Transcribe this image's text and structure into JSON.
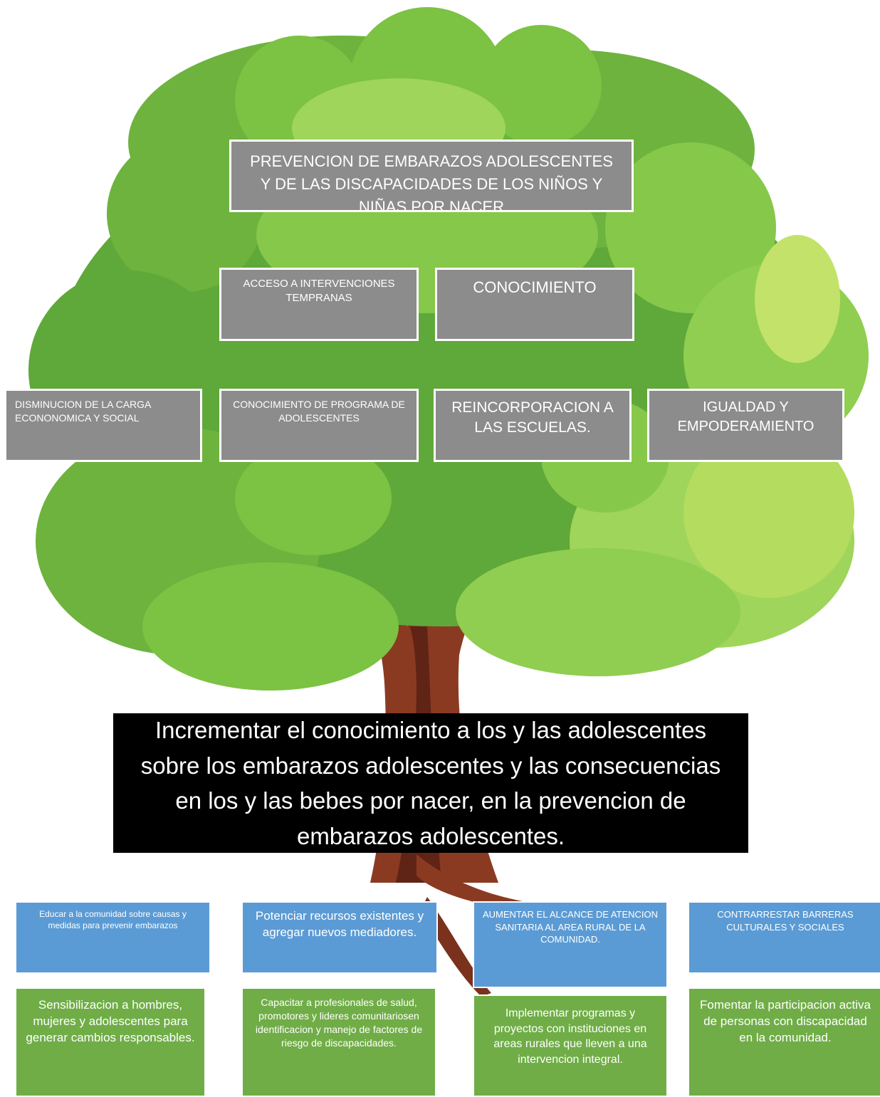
{
  "colors": {
    "leaf_dark": "#5fa83a",
    "leaf_mid": "#7cc243",
    "leaf_light": "#9fd55a",
    "leaf_highlight": "#c3e26a",
    "trunk": "#8b3a22",
    "trunk_shadow": "#5f2415",
    "box_grey": "#8c8c8c",
    "box_blue": "#5b9bd5",
    "box_green": "#70ad47",
    "box_black": "#000000"
  },
  "goal": "PREVENCION DE EMBARAZOS ADOLESCENTES Y DE LAS DISCAPACIDADES DE LOS NIÑOS Y NIÑAS POR NACER",
  "results": [
    "ACCESO A INTERVENCIONES TEMPRANAS",
    "CONOCIMIENTO"
  ],
  "effects": [
    "DISMINUCION DE LA CARGA ECONONOMICA Y SOCIAL",
    "CONOCIMIENTO DE PROGRAMA DE ADOLESCENTES",
    "REINCORPORACION A LAS ESCUELAS.",
    "IGUALDAD Y EMPODERAMIENTO"
  ],
  "purpose": "Incrementar el conocimiento a los y las adolescentes sobre los embarazos adolescentes y las consecuencias en los y las bebes por nacer, en la prevencion de embarazos adolescentes.",
  "means_blue": [
    "Educar a la comunidad sobre causas y medidas para prevenir embarazos",
    "Potenciar recursos existentes y agregar nuevos mediadores.",
    "AUMENTAR EL ALCANCE DE ATENCION SANITARIA AL AREA RURAL DE LA COMUNIDAD.",
    "CONTRARRESTAR BARRERAS CULTURALES Y SOCIALES"
  ],
  "means_green": [
    "Sensibilizacion a hombres, mujeres y adolescentes para generar cambios responsables.",
    "Capacitar a profesionales de salud, promotores y lideres comunitariosen identificacion y manejo de factores de riesgo de discapacidades.",
    "Implementar programas y proyectos con instituciones en areas rurales que lleven a una intervencion integral.",
    "Fomentar la participacion activa de personas con discapacidad en la comunidad."
  ]
}
